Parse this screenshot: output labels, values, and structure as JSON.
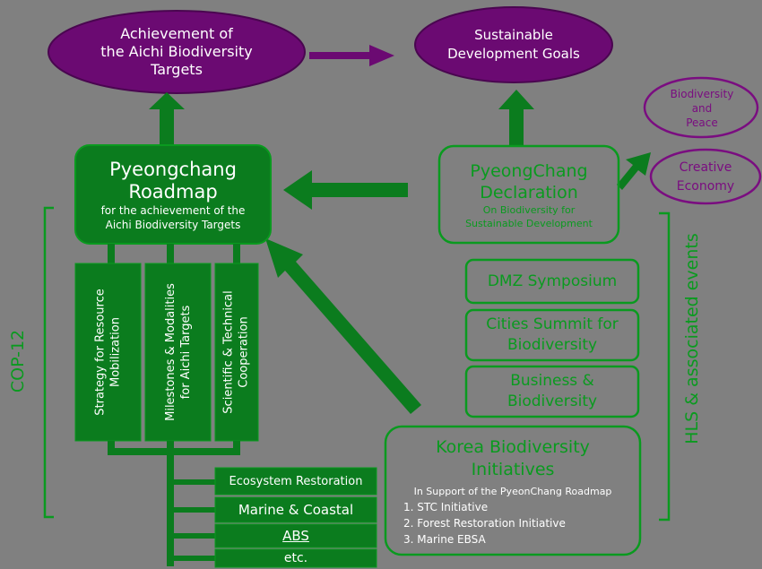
{
  "colors": {
    "background": "#808080",
    "dark_green": "#0b7c1e",
    "bright_green": "#0a9a1f",
    "purple": "#6b0a72",
    "purple_outline": "#7a0d80"
  },
  "goals": {
    "aichi": [
      "Achievement of",
      "the Aichi Biodiversity",
      "Targets"
    ],
    "sdg": [
      "Sustainable",
      "Development Goals"
    ],
    "peace": [
      "Biodiversity",
      "and",
      "Peace"
    ],
    "creative": [
      "Creative",
      "Economy"
    ]
  },
  "roadmap": {
    "title_1": "Pyeongchang",
    "title_2": "Roadmap",
    "subtitle_1": "for the achievement of the",
    "subtitle_2": "Aichi Biodiversity Targets"
  },
  "declaration": {
    "title_1": "PyeongChang",
    "title_2": "Declaration",
    "subtitle_1": "On Biodiversity for",
    "subtitle_2": "Sustainable Development"
  },
  "pillars": [
    [
      "Strategy for Resource",
      "Mobilization"
    ],
    [
      "Milestones & Modalities",
      "for Aichi Targets"
    ],
    [
      "Scientific & Technical",
      "Cooperation"
    ]
  ],
  "sub_items": [
    "Ecosystem Restoration",
    "Marine & Coastal",
    "ABS",
    "etc."
  ],
  "events": [
    [
      "DMZ Symposium"
    ],
    [
      "Cities Summit for",
      "Biodiversity"
    ],
    [
      "Business &",
      "Biodiversity"
    ]
  ],
  "korea": {
    "title_1": "Korea Biodiversity",
    "title_2": "Initiatives",
    "subtitle": "In Support of the PyeonChang Roadmap",
    "items": [
      "1. STC Initiative",
      "2. Forest Restoration Initiative",
      "3. Marine EBSA"
    ]
  },
  "labels": {
    "cop12": "COP-12",
    "hls": "HLS & associated events"
  }
}
